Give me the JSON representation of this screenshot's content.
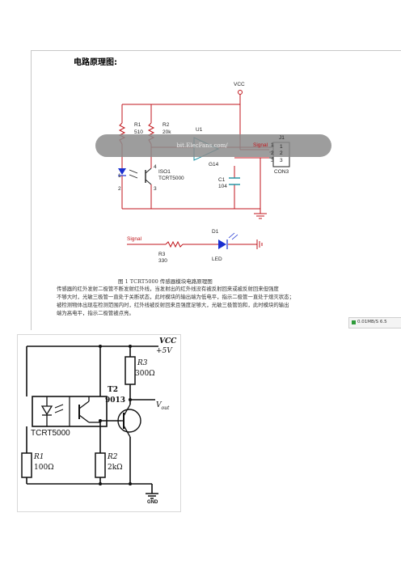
{
  "heading": "电路原理图:",
  "top_circuit": {
    "vcc": "VCC",
    "r1": "R1",
    "r1_val": "510",
    "r2": "R2",
    "r2_val": "20k",
    "u1": "U1",
    "iso": "ISO1",
    "iso_part": "TCRT5000",
    "g14": "G14",
    "c1": "C1",
    "c1_val": "104",
    "j1": "J1",
    "con3": "CON3",
    "signal": "Signal",
    "pin1": "1",
    "pin2": "2",
    "pin3": "3",
    "d1": "D1",
    "led": "LED",
    "r3": "R3",
    "r3_val": "330",
    "signal2": "Signal",
    "pin_num_1": "1",
    "pin_num_2": "2",
    "pin_num_3": "3",
    "pin_num_4": "4",
    "p1": "1",
    "p2": "2",
    "p3": "3"
  },
  "watermark": "  bit.ElecFans.com/    ",
  "caption": "图  1    TCRT5000 传感器模块电路原理图",
  "paragraph_lines": [
    "传感器的红外发射二极管不断发射红外线，当发射出的红外线没有被反射回来或被反射回来但强度",
    "不够大时，光敏三极管一直处于关断状态，此时模块的输出端为低电平，指示二极管一直处于熄灭状态；",
    "被检测物体出现在检测范围内时，红外线被反射回来且强度足够大，光敏三极管饱和，此时模块的输出",
    "端为高电平，指示二极管被点亮。"
  ],
  "status_bar": "0.01MB/S   6.5",
  "bottom_circuit": {
    "vcc": "VCC",
    "plus5v": "+5V",
    "r3": "R3",
    "r3_val": "300Ω",
    "t2": "T2",
    "t2_part": "9013",
    "vout": "V",
    "vout_sub": "out",
    "tcrt": "TCRT5000",
    "r1": "R1",
    "r1_val": "100Ω",
    "r2": "R2",
    "r2_val": "2kΩ",
    "gnd": "GND"
  },
  "colors": {
    "wire_top": "#c0161c",
    "wire_blk": "#222222",
    "wire_cyan": "#1a8fa0",
    "diode_blue": "#1a2fd0",
    "watermark_band": "#8c8c8c"
  }
}
